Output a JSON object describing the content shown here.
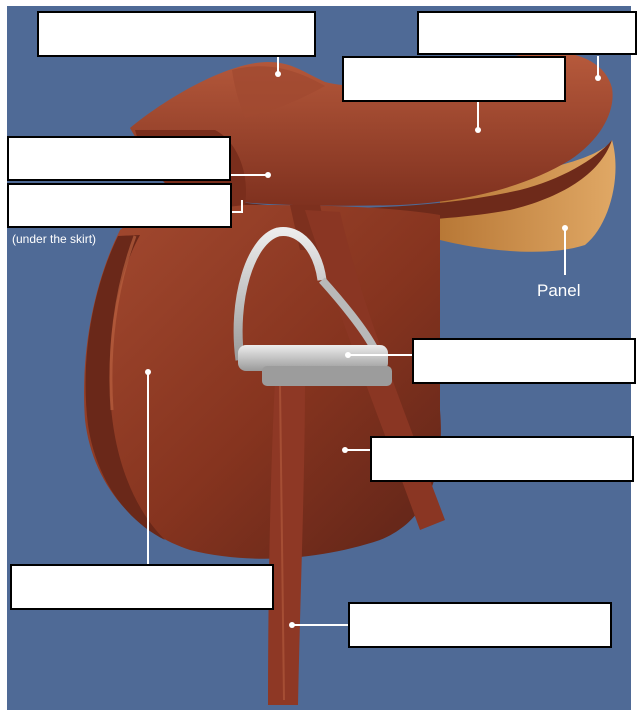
{
  "colors": {
    "background": "#4f6a96",
    "leather": "#8c3a28",
    "leather_dark": "#5e2418",
    "leather_light": "#b2553a",
    "panel_tan": "#c98a4a",
    "stirrup_metal": "#c9c9c9",
    "leader_line": "#ffffff",
    "answer_box_fill": "#ffffff",
    "answer_box_border": "#000000"
  },
  "labels": {
    "under_the_skirt": "(under the skirt)",
    "panel": "Panel"
  },
  "answer_boxes": [
    {
      "name": "label-box-pommel",
      "text": ""
    },
    {
      "name": "label-box-cantle",
      "text": ""
    },
    {
      "name": "label-box-seat",
      "text": ""
    },
    {
      "name": "label-box-skirt",
      "text": ""
    },
    {
      "name": "label-box-stirrup-bar",
      "text": ""
    },
    {
      "name": "label-box-stirrup-iron",
      "text": ""
    },
    {
      "name": "label-box-flap",
      "text": ""
    },
    {
      "name": "label-box-knee-roll",
      "text": ""
    },
    {
      "name": "label-box-stirrup-leather",
      "text": ""
    }
  ]
}
